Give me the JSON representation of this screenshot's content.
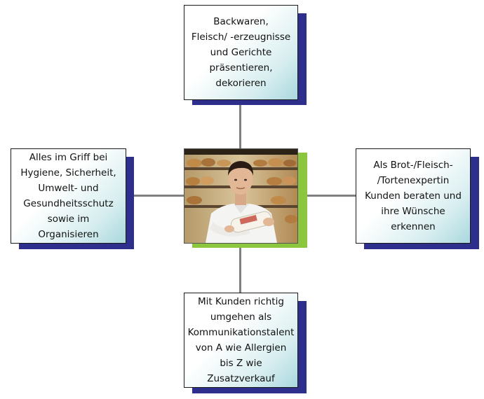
{
  "diagram": {
    "top": {
      "lines": [
        "Backwaren,",
        "Fleisch/ -erzeugnisse",
        "und Gerichte",
        "präsentieren,",
        "dekorieren"
      ]
    },
    "left": {
      "lines": [
        "Alles im Griff bei",
        "Hygiene, Sicherheit,",
        "Umwelt- und",
        "Gesundheitsschutz",
        "sowie im",
        "Organisieren"
      ]
    },
    "right": {
      "lines": [
        "Als Brot-/Fleisch-",
        "/Tortenexpertin",
        "Kunden  beraten und",
        "ihre Wünsche",
        "erkennen"
      ]
    },
    "bottom": {
      "lines": [
        "Mit Kunden richtig",
        "umgehen als",
        "Kommunikationstalent",
        "von A wie Allergien",
        "bis Z wie",
        "Zusatzverkauf"
      ]
    }
  },
  "colors": {
    "shadow": "#2e2e8c",
    "accent": "#8cc63f",
    "connector": "#808080"
  }
}
